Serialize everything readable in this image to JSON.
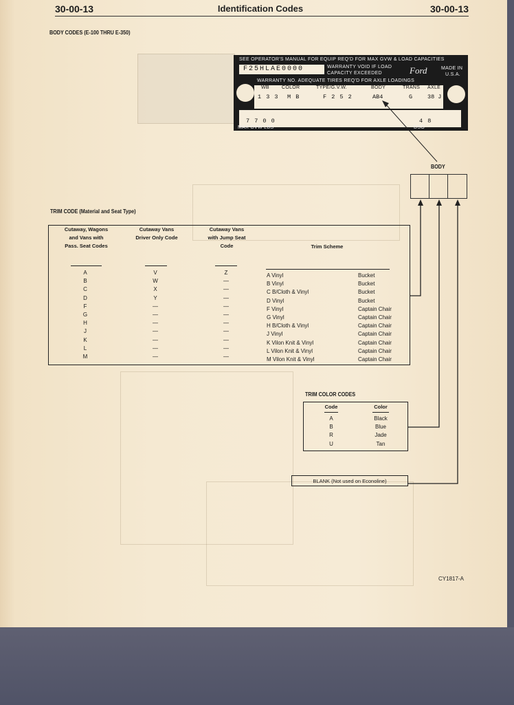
{
  "header": {
    "left": "30-00-13",
    "center": "Identification Codes",
    "right": "30-00-13"
  },
  "body_codes_title": "BODY CODES (E-100 THRU E-350)",
  "plate": {
    "line1": "SEE OPERATOR'S MANUAL FOR EQUIP REQ'D FOR MAX GVW & LOAD CAPACITIES",
    "vin": "F25HLAE0000",
    "warranty_a": "WARRANTY VOID IF LOAD",
    "warranty_b": "CAPACITY EXCEEDED",
    "brand": "Ford",
    "made_a": "MADE IN",
    "made_b": "U.S.A.",
    "line3": "WARRANTY NO.  ADEQUATE TIRES REQ'D FOR AXLE LOADINGS",
    "labels": {
      "wb": "WB",
      "color": "COLOR",
      "type": "TYPE/G.V.W.",
      "body": "BODY",
      "trans": "TRANS",
      "axle": "AXLE"
    },
    "values": {
      "wb": "1 3 3",
      "color": "M B",
      "type": "F 2 5 2",
      "body": "AB4",
      "trans": "G",
      "axle": "38 J"
    },
    "gvw": "7 7 0 0",
    "dso": "4 8",
    "max_gvw_label": "MAX GVW LBS",
    "dso_label": "DSO"
  },
  "body_label": "BODY",
  "trim_code_title": "TRIM CODE (Material and Seat Type)",
  "trim_table": {
    "headers": [
      "Cutaway, Wagons and Vans with Pass. Seat Codes",
      "Cutaway Vans Driver Only Code",
      "Cutaway Vans with Jump Seat Code",
      "Trim Scheme"
    ],
    "col1": [
      "A",
      "B",
      "C",
      "D",
      "F",
      "G",
      "H",
      "J",
      "K",
      "L",
      "M"
    ],
    "col2": [
      "V",
      "W",
      "X",
      "Y",
      "—",
      "—",
      "—",
      "—",
      "—",
      "—",
      "—"
    ],
    "col3": [
      "Z",
      "—",
      "—",
      "—",
      "—",
      "—",
      "—",
      "—",
      "—",
      "—",
      "—"
    ],
    "scheme": [
      "A Vinyl",
      "B Vinyl",
      "C B/Cloth & Vinyl",
      "D Vinyl",
      "F Vinyl",
      "G Vinyl",
      "H B/Cloth & Vinyl",
      "J Vinyl",
      "K Vilon Knit & Vinyl",
      "L Vilon Knit & Vinyl",
      "M Vilon Knit & Vinyl"
    ],
    "seat": [
      "Bucket",
      "Bucket",
      "Bucket",
      "Bucket",
      "Captain Chair",
      "Captain Chair",
      "Captain Chair",
      "Captain Chair",
      "Captain Chair",
      "Captain Chair",
      "Captain Chair"
    ]
  },
  "trim_color_title": "TRIM COLOR CODES",
  "trim_colors": {
    "headers": [
      "Code",
      "Color"
    ],
    "codes": [
      "A",
      "B",
      "R",
      "U"
    ],
    "colors": [
      "Black",
      "Blue",
      "Jade",
      "Tan"
    ]
  },
  "blank_box": "BLANK (Not used on Econoline)",
  "figure_id": "CY1817-A"
}
